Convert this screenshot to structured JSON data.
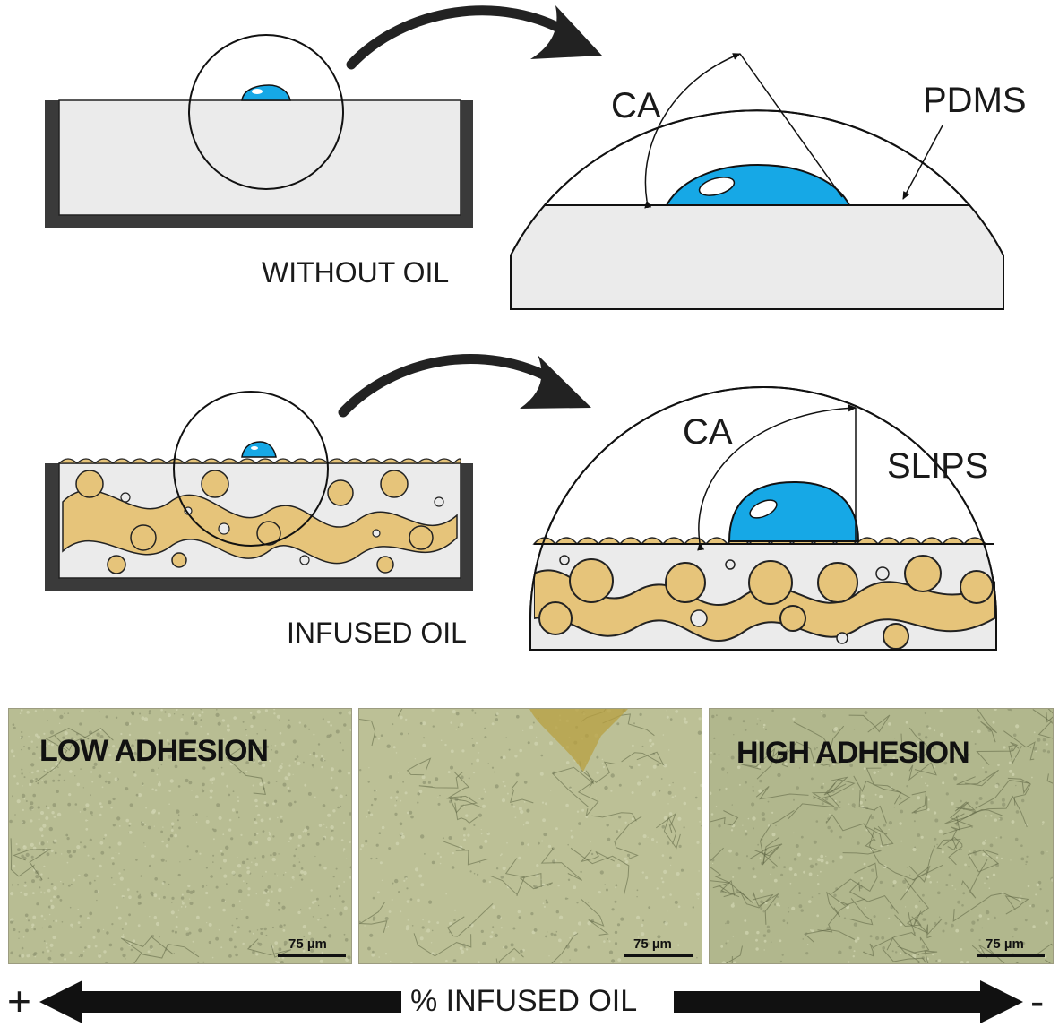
{
  "top": {
    "contact_angle": "CA",
    "material": "PDMS",
    "caption": "WITHOUT OIL"
  },
  "middle": {
    "contact_angle": "CA",
    "material": "SLIPS",
    "caption": "INFUSED OIL"
  },
  "micrographs": [
    {
      "title": "LOW ADHESION",
      "scale": "75 µm",
      "tint": "#b8bd93"
    },
    {
      "title": "",
      "scale": "75 µm",
      "tint": "#bcc096"
    },
    {
      "title": "HIGH ADHESION",
      "scale": "75 µm",
      "tint": "#b1b78d"
    }
  ],
  "axis": {
    "left_sign": "+",
    "label": "% INFUSED OIL",
    "right_sign": "-"
  },
  "colors": {
    "droplet": "#16a8e6",
    "oil": "#e6c47a",
    "substrate": "#ebebeb",
    "container": "#3a3a3a"
  }
}
